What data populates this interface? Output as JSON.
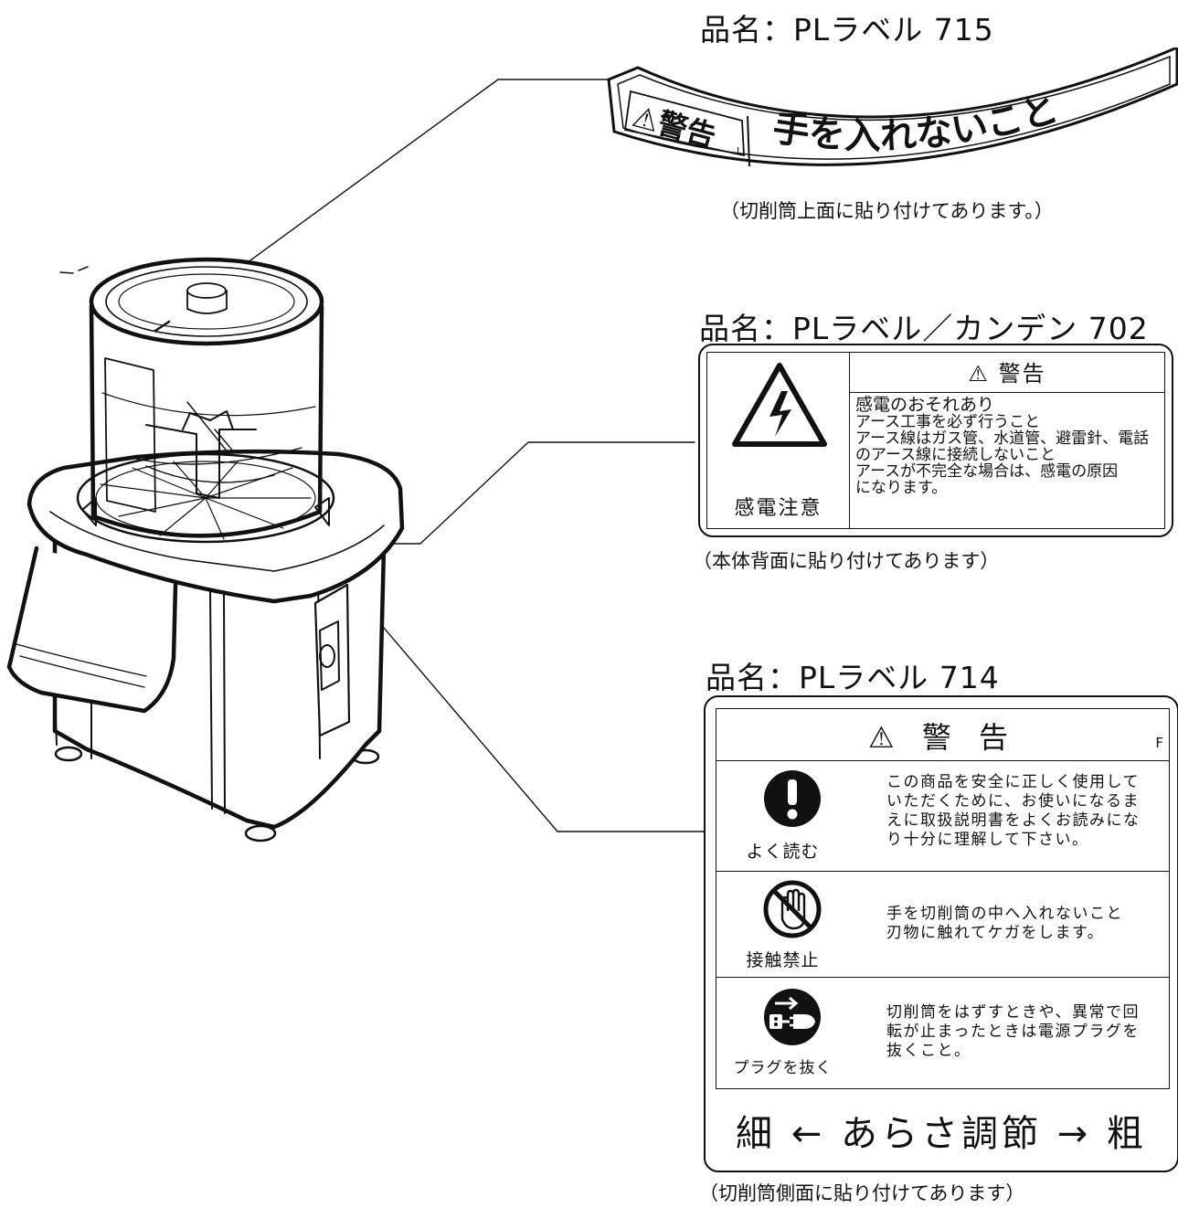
{
  "label_715": {
    "title": "品名：PLラベル 715",
    "warning": "⚠警告",
    "mark": "L",
    "message": "手を入れないこと",
    "note": "（切削筒上面に貼り付けてあります。）"
  },
  "label_702": {
    "title": "品名：PLラベル／カンデン 702",
    "warning": "⚠ 警告",
    "symbol_caption": "感電注意",
    "body_lines": [
      "感電のおそれあり",
      "アース工事を必ず行うこと",
      "アース線はガス管、水道管、避雷針、電話",
      "のアース線に接続しないこと",
      "アースが不完全な場合は、感電の原因",
      "になります。"
    ],
    "note": "（本体背面に貼り付けてあります）"
  },
  "label_714": {
    "title": "品名：PLラベル 714",
    "warning": "⚠ 警 告",
    "mark": "F",
    "rows": [
      {
        "icon": "exclamation-icon",
        "caption": "よく読む",
        "lines": [
          "この商品を安全に正しく使用して",
          "いただくために、お使いになるま",
          "えに取扱説明書をよくお読みにな",
          "り十分に理解して下さい。"
        ]
      },
      {
        "icon": "no-touch-hand-icon",
        "caption": "接触禁止",
        "lines": [
          "手を切削筒の中へ入れないこと",
          "刃物に触れてケガをします。"
        ]
      },
      {
        "icon": "unplug-icon",
        "caption": "プラグを抜く",
        "lines": [
          "切削筒をはずすときや、異常で回",
          "転が止まったときは電源プラグを",
          "抜くこと。"
        ]
      }
    ],
    "adjust_text": "細 ← あらさ調節 → 粗",
    "note": "（切削筒側面に貼り付けてあります）"
  },
  "colors": {
    "ink": "#111111",
    "paper": "#ffffff"
  }
}
